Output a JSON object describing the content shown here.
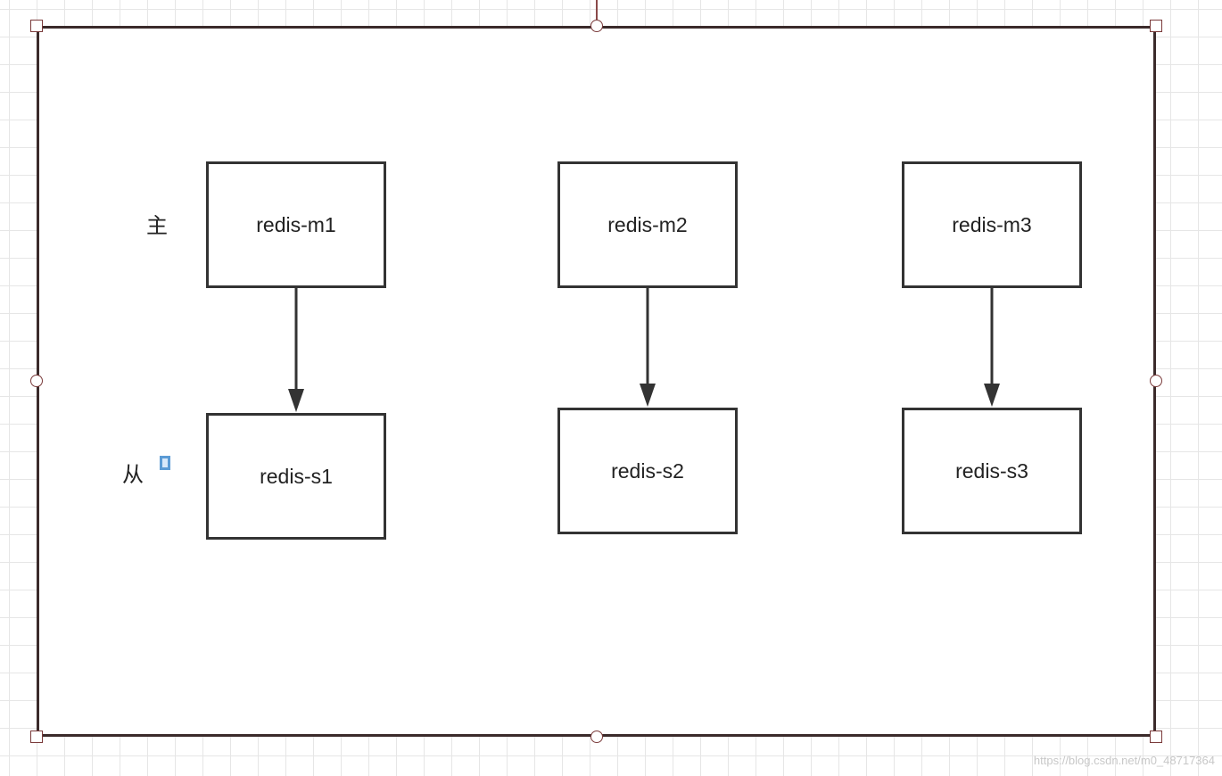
{
  "labels": {
    "master": "主",
    "slave": "从"
  },
  "nodes": {
    "m1": "redis-m1",
    "m2": "redis-m2",
    "m3": "redis-m3",
    "s1": "redis-s1",
    "s2": "redis-s2",
    "s3": "redis-s3"
  },
  "edges": [
    {
      "from": "redis-m1",
      "to": "redis-s1"
    },
    {
      "from": "redis-m2",
      "to": "redis-s2"
    },
    {
      "from": "redis-m3",
      "to": "redis-s3"
    }
  ],
  "watermark": "https://blog.csdn.net/m0_48717364",
  "colors": {
    "frame_border": "#3b2b2b",
    "node_border": "#333333",
    "handle": "#7a3a3a",
    "grid": "#e6e6e6"
  }
}
